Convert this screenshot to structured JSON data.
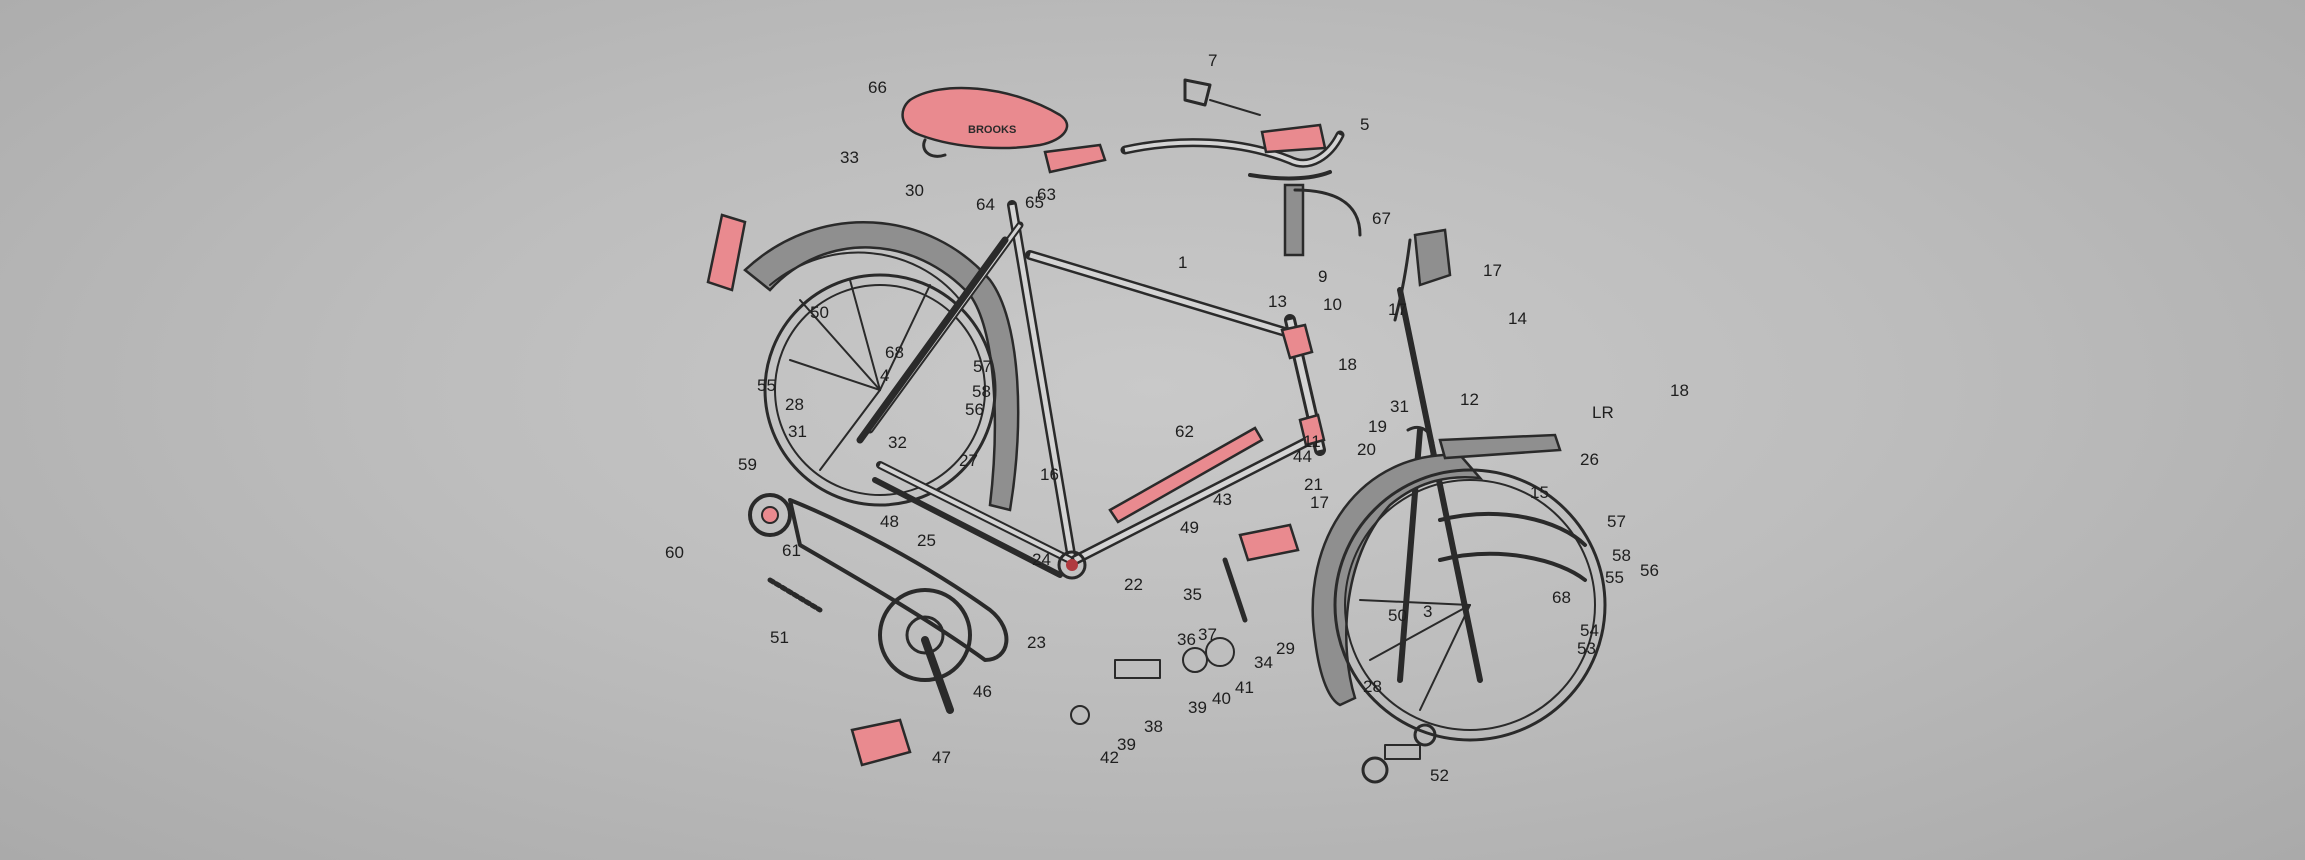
{
  "saddle_brand": "BROOKS",
  "colors": {
    "background": "#bdbdbd",
    "ink": "#2a2a2a",
    "accent_pink": "#e98a8f",
    "fender_grey": "#8f8f8f"
  },
  "callouts": [
    {
      "id": "c66a",
      "text": "66"
    },
    {
      "id": "c7",
      "text": "7"
    },
    {
      "id": "c5",
      "text": "5"
    },
    {
      "id": "c33",
      "text": "33"
    },
    {
      "id": "c30",
      "text": "30"
    },
    {
      "id": "c64",
      "text": "64"
    },
    {
      "id": "c65",
      "text": "65"
    },
    {
      "id": "c63",
      "text": "63"
    },
    {
      "id": "c67",
      "text": "67"
    },
    {
      "id": "c1",
      "text": "1"
    },
    {
      "id": "c9",
      "text": "9"
    },
    {
      "id": "c13",
      "text": "13"
    },
    {
      "id": "c10",
      "text": "10"
    },
    {
      "id": "c17a",
      "text": "17"
    },
    {
      "id": "c17b",
      "text": "17"
    },
    {
      "id": "c14",
      "text": "14"
    },
    {
      "id": "c18a",
      "text": "18"
    },
    {
      "id": "c18b",
      "text": "18"
    },
    {
      "id": "c12",
      "text": "12"
    },
    {
      "id": "c31a",
      "text": "31"
    },
    {
      "id": "c19",
      "text": "19"
    },
    {
      "id": "c20",
      "text": "20"
    },
    {
      "id": "c11",
      "text": "11"
    },
    {
      "id": "c44",
      "text": "44"
    },
    {
      "id": "c21",
      "text": "21"
    },
    {
      "id": "c26",
      "text": "26"
    },
    {
      "id": "c15",
      "text": "15"
    },
    {
      "id": "c50a",
      "text": "50"
    },
    {
      "id": "c4",
      "text": "4"
    },
    {
      "id": "c68a",
      "text": "68"
    },
    {
      "id": "c57a",
      "text": "57"
    },
    {
      "id": "c58a",
      "text": "58"
    },
    {
      "id": "c56a",
      "text": "56"
    },
    {
      "id": "c55a",
      "text": "55"
    },
    {
      "id": "c28a",
      "text": "28"
    },
    {
      "id": "c27",
      "text": "27"
    },
    {
      "id": "c31b",
      "text": "31"
    },
    {
      "id": "c32",
      "text": "32"
    },
    {
      "id": "c62",
      "text": "62"
    },
    {
      "id": "c16",
      "text": "16"
    },
    {
      "id": "c43",
      "text": "43"
    },
    {
      "id": "c17c",
      "text": "17"
    },
    {
      "id": "c59",
      "text": "59"
    },
    {
      "id": "c48",
      "text": "48"
    },
    {
      "id": "c49",
      "text": "49"
    },
    {
      "id": "c60",
      "text": "60"
    },
    {
      "id": "c61",
      "text": "61"
    },
    {
      "id": "c25",
      "text": "25"
    },
    {
      "id": "c24",
      "text": "24"
    },
    {
      "id": "c22",
      "text": "22"
    },
    {
      "id": "c51",
      "text": "51"
    },
    {
      "id": "c23",
      "text": "23"
    },
    {
      "id": "c35",
      "text": "35"
    },
    {
      "id": "c36",
      "text": "36"
    },
    {
      "id": "c37",
      "text": "37"
    },
    {
      "id": "c34",
      "text": "34"
    },
    {
      "id": "c29",
      "text": "29"
    },
    {
      "id": "c46",
      "text": "46"
    },
    {
      "id": "c39a",
      "text": "39"
    },
    {
      "id": "c40",
      "text": "40"
    },
    {
      "id": "c41",
      "text": "41"
    },
    {
      "id": "c38",
      "text": "38"
    },
    {
      "id": "c39b",
      "text": "39"
    },
    {
      "id": "c42",
      "text": "42"
    },
    {
      "id": "c47",
      "text": "47"
    },
    {
      "id": "c57b",
      "text": "57"
    },
    {
      "id": "c58b",
      "text": "58"
    },
    {
      "id": "c55b",
      "text": "55"
    },
    {
      "id": "c56b",
      "text": "56"
    },
    {
      "id": "c68b",
      "text": "68"
    },
    {
      "id": "c3",
      "text": "3"
    },
    {
      "id": "c50b",
      "text": "50"
    },
    {
      "id": "c54",
      "text": "54"
    },
    {
      "id": "c53",
      "text": "53"
    },
    {
      "id": "c28b",
      "text": "28"
    },
    {
      "id": "c52",
      "text": "52"
    },
    {
      "id": "cLR",
      "text": "LR"
    }
  ]
}
